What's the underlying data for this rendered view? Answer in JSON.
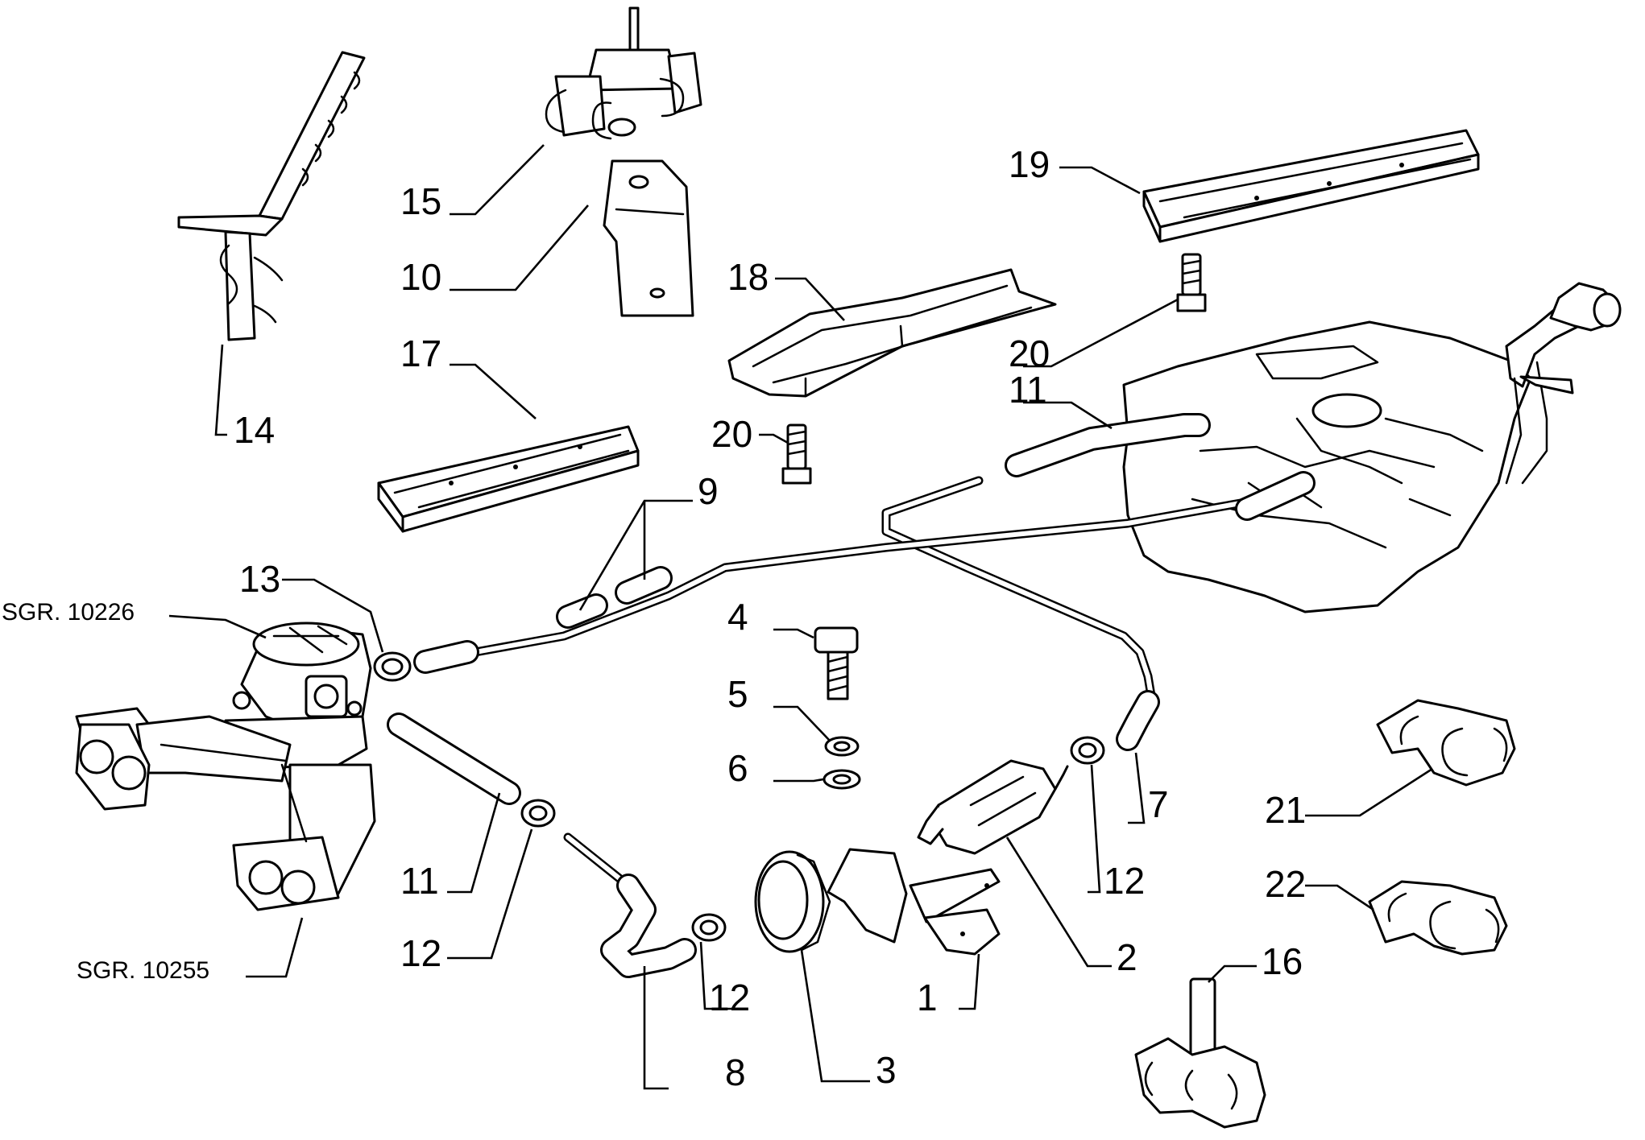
{
  "callouts": {
    "n1": "1",
    "n2": "2",
    "n3": "3",
    "n4": "4",
    "n5": "5",
    "n6": "6",
    "n7": "7",
    "n8": "8",
    "n9": "9",
    "n10": "10",
    "n11_top": "11",
    "n11_bottom": "11",
    "n12_left": "12",
    "n12_mid": "12",
    "n12_right": "12",
    "n13": "13",
    "n14": "14",
    "n15": "15",
    "n16": "16",
    "n17": "17",
    "n18": "18",
    "n19": "19",
    "n20_left": "20",
    "n20_right": "20",
    "n21": "21",
    "n22": "22"
  },
  "references": {
    "carburettor": "SGR. 10226",
    "manifold": "SGR. 10255"
  }
}
